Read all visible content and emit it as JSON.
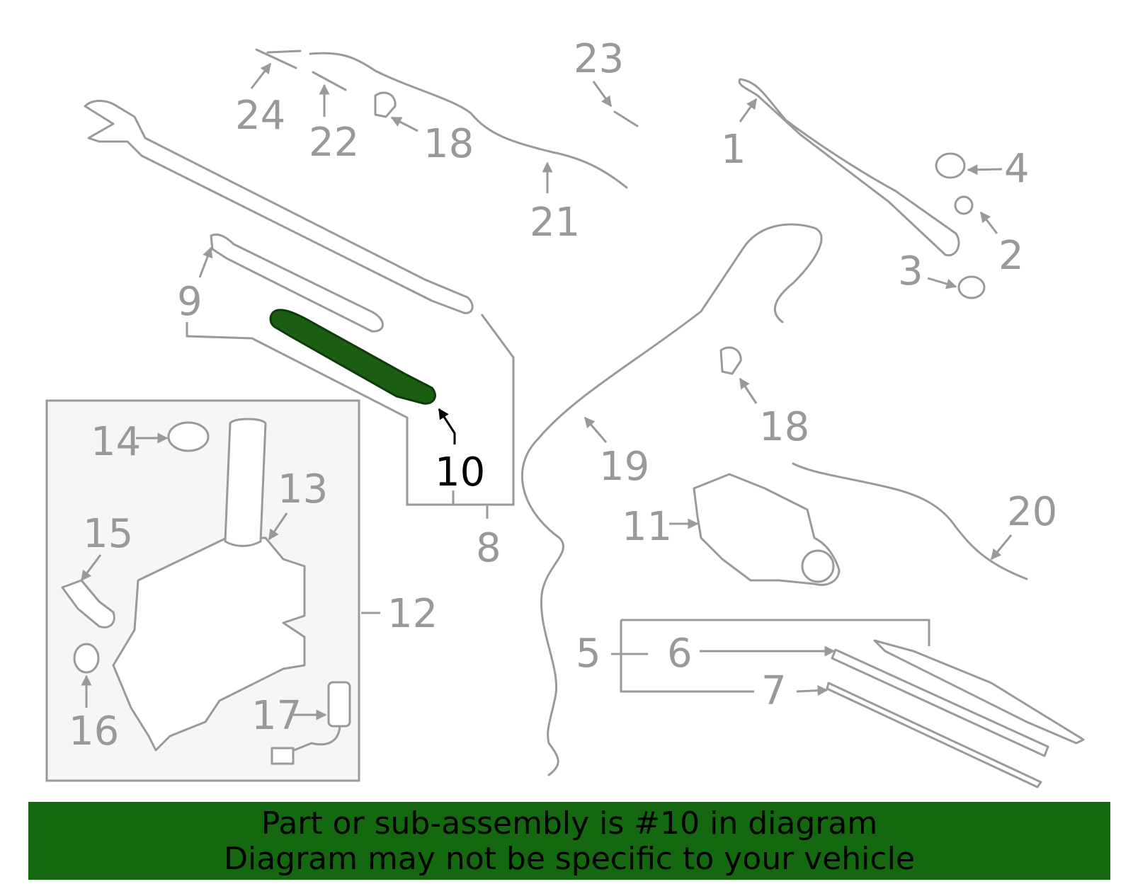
{
  "callouts": {
    "c1": "1",
    "c2": "2",
    "c3": "3",
    "c4": "4",
    "c5": "5",
    "c6": "6",
    "c7": "7",
    "c8": "8",
    "c9": "9",
    "c10": "10",
    "c11": "11",
    "c12": "12",
    "c13": "13",
    "c14": "14",
    "c15": "15",
    "c16": "16",
    "c17": "17",
    "c18a": "18",
    "c18b": "18",
    "c19": "19",
    "c20": "20",
    "c21": "21",
    "c22": "22",
    "c23": "23",
    "c24": "24"
  },
  "highlight_color": "#1b5e14",
  "banner": {
    "line1": "Part or sub-assembly is #10 in diagram",
    "line2": "Diagram may not be specific to your vehicle",
    "color": "#14680f"
  }
}
